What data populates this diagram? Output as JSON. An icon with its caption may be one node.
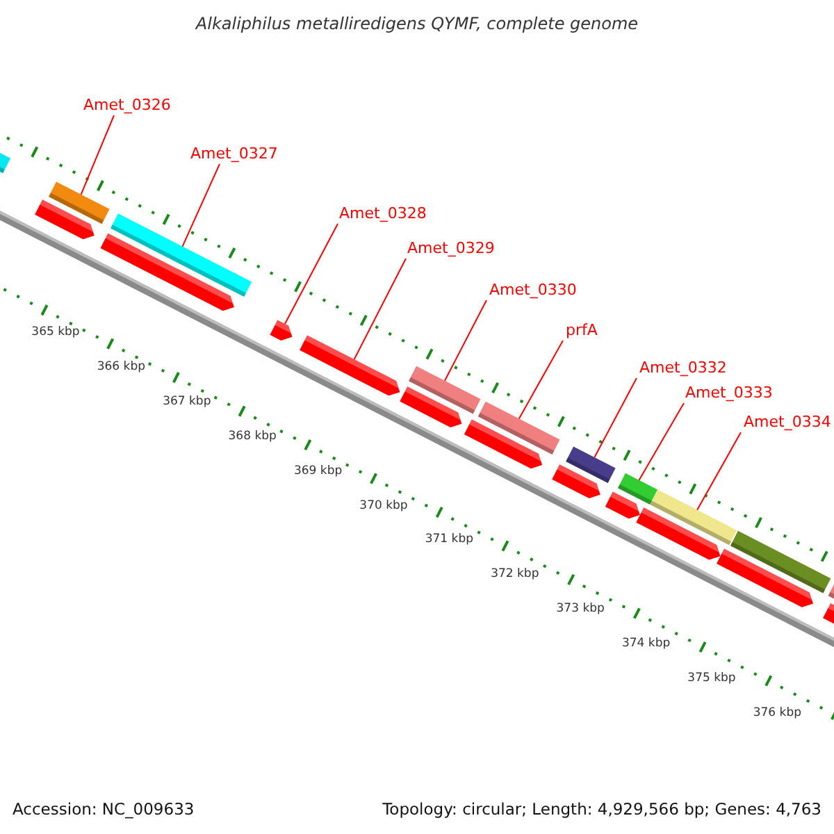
{
  "diagram": {
    "title": "Alkaliphilus metalliredigens QYMF, complete genome",
    "nodes": [
      {
        "text": [
          "Amet_0326"
        ]
      },
      {
        "text": [
          "Amet_0327"
        ]
      },
      {
        "text": [
          "Amet_0328"
        ]
      },
      {
        "text": [
          "Amet_0329"
        ]
      },
      {
        "text": [
          "Amet_0330"
        ]
      },
      {
        "text": [
          "prfA"
        ]
      },
      {
        "text": [
          "Amet_0332"
        ]
      },
      {
        "text": [
          "Amet_0333"
        ]
      },
      {
        "text": [
          "Amet_0334"
        ]
      },
      {
        "text": [],
        "shape": "bar"
      },
      {
        "text": [],
        "shape": "pentagon"
      },
      {
        "text": [],
        "shape": "bar"
      },
      {
        "text": [],
        "shape": "bar"
      },
      {
        "text": [],
        "shape": "pentagon"
      },
      {
        "text": [],
        "shape": "pentagon"
      },
      {
        "text": [],
        "shape": "pentagon"
      },
      {
        "text": [],
        "shape": "bar"
      },
      {
        "text": [],
        "shape": "pentagon"
      },
      {
        "text": [],
        "shape": "pentagon"
      },
      {
        "text": [],
        "shape": "bar"
      },
      {
        "text": [],
        "shape": "pentagon"
      },
      {
        "text": [],
        "shape": "bar"
      },
      {
        "text": [],
        "shape": "pentagon"
      },
      {
        "text": [],
        "shape": "bar"
      },
      {
        "text": [],
        "shape": "pentagon"
      },
      {
        "text": [],
        "shape": "bar"
      },
      {
        "text": [],
        "shape": "pentagon"
      },
      {
        "text": [],
        "shape": "bar"
      },
      {
        "text": [],
        "shape": "bar"
      },
      {
        "text": [],
        "shape": "pentagon"
      }
    ],
    "edges": [
      {
        "from": 0,
        "to": 11,
        "arrow": "none"
      },
      {
        "from": 1,
        "to": 12,
        "arrow": "none"
      },
      {
        "from": 2,
        "to": 14,
        "arrow": "none"
      },
      {
        "from": 3,
        "to": 15,
        "arrow": "none"
      },
      {
        "from": 4,
        "to": 16,
        "arrow": "none"
      },
      {
        "from": 5,
        "to": 19,
        "arrow": "none"
      },
      {
        "from": 6,
        "to": 21,
        "arrow": "none"
      },
      {
        "from": 7,
        "to": 23,
        "arrow": "none"
      },
      {
        "from": 8,
        "to": 25,
        "arrow": "none"
      }
    ],
    "labels": [
      "365 kbp",
      "366 kbp",
      "367 kbp",
      "368 kbp",
      "369 kbp",
      "370 kbp",
      "371 kbp",
      "372 kbp",
      "373 kbp",
      "374 kbp",
      "375 kbp",
      "376 kbp",
      "Accession: NC_009633",
      "Topology: circular; Length: 4,929,566 bp; Genes: 4,763"
    ]
  }
}
